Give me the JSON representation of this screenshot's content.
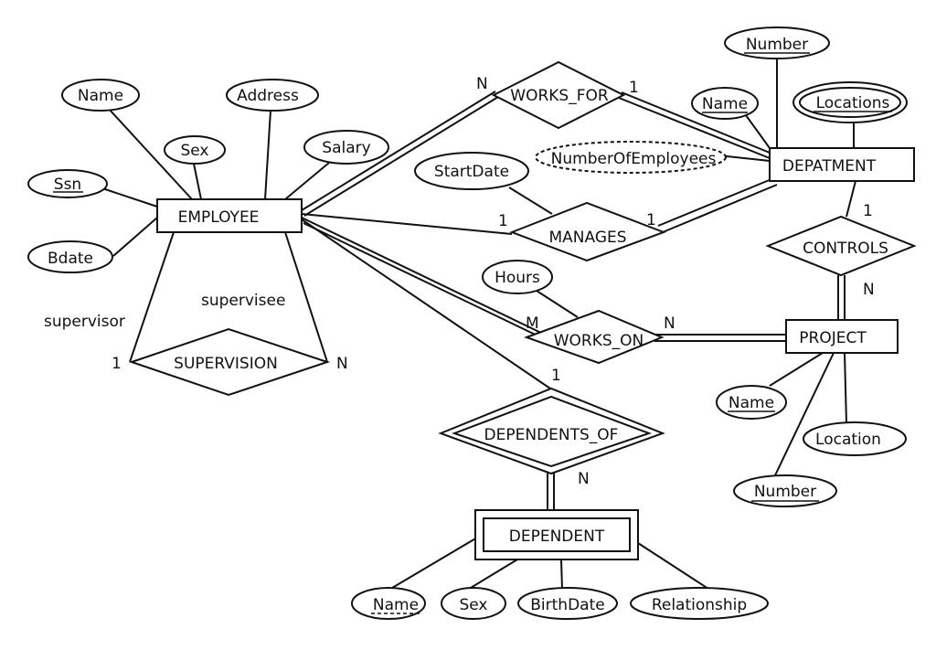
{
  "entities": {
    "employee": "EMPLOYEE",
    "department": "DEPATMENT",
    "project": "PROJECT",
    "dependent": "DEPENDENT"
  },
  "relationships": {
    "works_for": "WORKS_FOR",
    "manages": "MANAGES",
    "works_on": "WORKS_ON",
    "controls": "CONTROLS",
    "supervision": "SUPERVISION",
    "dependents_of": "DEPENDENTS_OF"
  },
  "attributes": {
    "employee": {
      "name": "Name",
      "address": "Address",
      "sex": "Sex",
      "salary": "Salary",
      "ssn": "Ssn",
      "bdate": "Bdate"
    },
    "department": {
      "number": "Number",
      "name": "Name",
      "locations": "Locations",
      "number_of_employees": "NumberOfEmployees"
    },
    "manages": {
      "start_date": "StartDate"
    },
    "works_on": {
      "hours": "Hours"
    },
    "project": {
      "name": "Name",
      "location": "Location",
      "number": "Number"
    },
    "dependent": {
      "name": "Name",
      "sex": "Sex",
      "birth_date": "BirthDate",
      "relationship": "Relationship"
    }
  },
  "cardinalities": {
    "works_for_employee": "N",
    "works_for_department": "1",
    "manages_employee": "1",
    "manages_department": "1",
    "works_on_employee": "M",
    "works_on_project": "N",
    "controls_department": "1",
    "controls_project": "N",
    "supervision_supervisor": "1",
    "supervision_supervisee": "N",
    "dependents_of_employee": "1",
    "dependents_of_dependent": "N"
  },
  "roles": {
    "supervisor": "supervisor",
    "supervisee": "supervisee"
  }
}
